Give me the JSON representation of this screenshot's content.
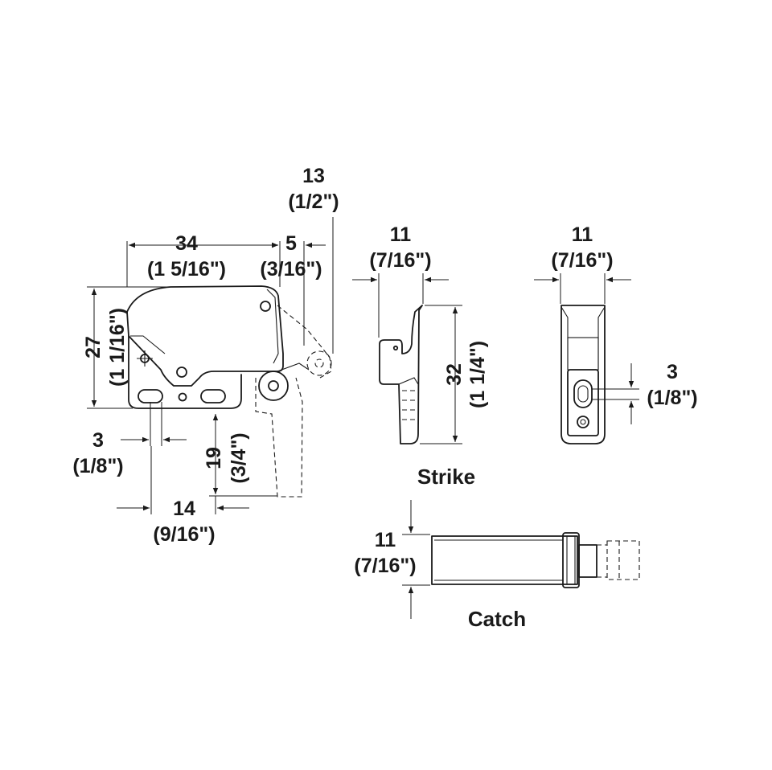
{
  "dimensions": {
    "width_34": {
      "mm": "34",
      "inch": "(1 5/16\")"
    },
    "offset_5": {
      "mm": "5",
      "inch": "(3/16\")"
    },
    "travel_13": {
      "mm": "13",
      "inch": "(1/2\")"
    },
    "height_27": {
      "mm": "27",
      "inch": "(1 1/16\")"
    },
    "slot_3": {
      "mm": "3",
      "inch": "(1/8\")"
    },
    "depth_19": {
      "mm": "19",
      "inch": "(3/4\")"
    },
    "spacing_14": {
      "mm": "14",
      "inch": "(9/16\")"
    },
    "strike_width_11": {
      "mm": "11",
      "inch": "(7/16\")"
    },
    "strike_height_32": {
      "mm": "32",
      "inch": "(1 1/4\")"
    },
    "front_width_11": {
      "mm": "11",
      "inch": "(7/16\")"
    },
    "front_slot_3": {
      "mm": "3",
      "inch": "(1/8\")"
    },
    "catch_height_11": {
      "mm": "11",
      "inch": "(7/16\")"
    }
  },
  "labels": {
    "strike": "Strike",
    "catch": "Catch"
  }
}
